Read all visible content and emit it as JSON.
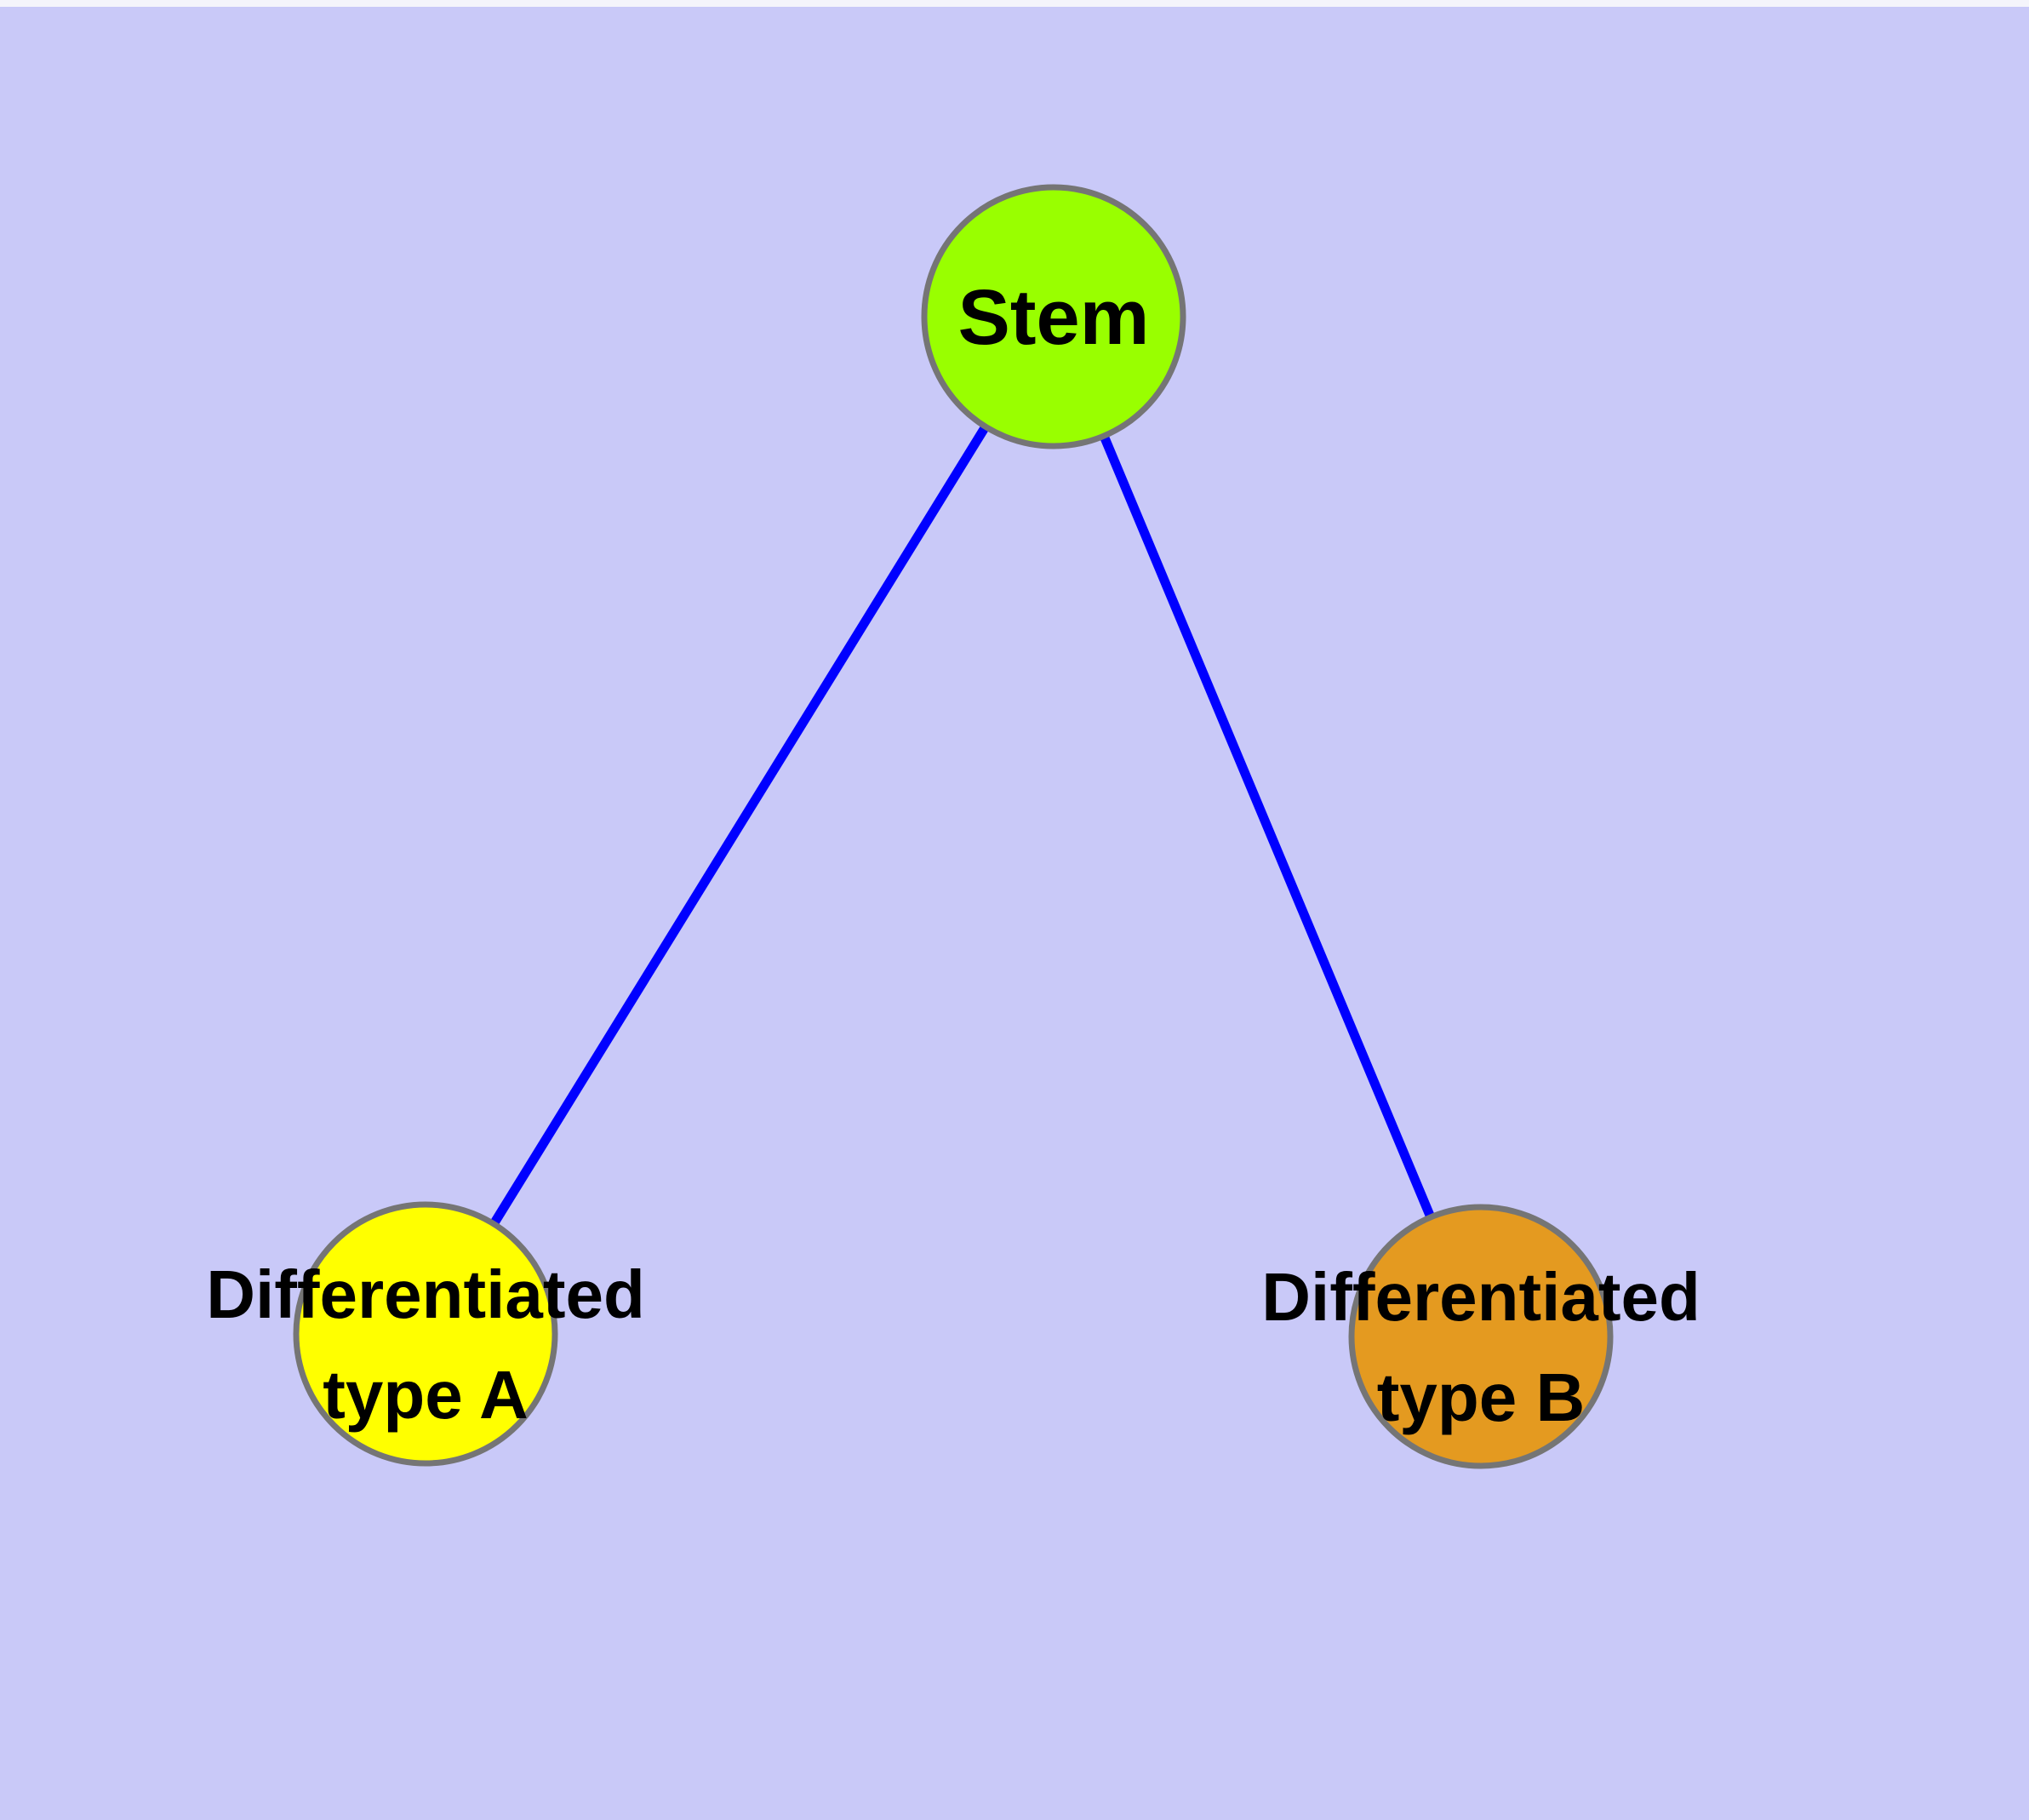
{
  "colors": {
    "background": "#C9C9F8",
    "top_edge_strip": "#F4F4FB",
    "edge_line": "#0000FF",
    "node_border": "#757575",
    "text": "#000000"
  },
  "nodes": {
    "stem": {
      "label": "Stem",
      "fill": "#99FF00"
    },
    "type_a": {
      "label_line1": "Differentiated",
      "label_line2": "type A",
      "fill": "#FFFF00"
    },
    "type_b": {
      "label_line1": "Differentiated",
      "label_line2": "type B",
      "fill": "#E49A20"
    }
  },
  "edges": [
    {
      "from": "Stem",
      "to": "Differentiated type A"
    },
    {
      "from": "Stem",
      "to": "Differentiated type B"
    }
  ]
}
